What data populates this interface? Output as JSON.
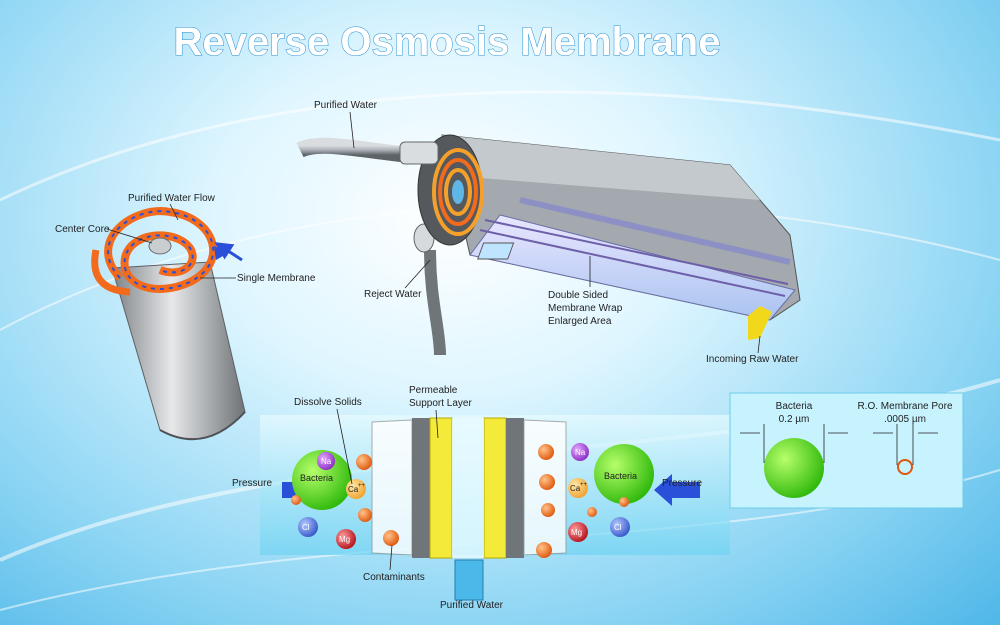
{
  "title": "Reverse Osmosis Membrane",
  "cartridge_labels": {
    "purified_water": "Purified Water",
    "reject_water": "Reject Water",
    "enlarged_area": [
      "Double Sided",
      "Membrane Wrap",
      "Enlarged Area"
    ],
    "incoming_raw_water": "Incoming Raw Water"
  },
  "spiral_labels": {
    "purified_water_flow": "Purified Water Flow",
    "center_core": "Center Core",
    "single_membrane": "Single Membrane"
  },
  "cross_section_labels": {
    "dissolve_solids": "Dissolve Solids",
    "permeable_support_layer": [
      "Permeable",
      "Support Layer"
    ],
    "contaminants": "Contaminants",
    "purified_water": "Purified Water",
    "pressure_left": "Pressure",
    "pressure_right": "Pressure",
    "bacteria": "Bacteria"
  },
  "ions": {
    "sodium": "Na",
    "calcium": "Ca",
    "calcium_charge": "++",
    "chloride": "Cl",
    "magnesium": "Mg"
  },
  "size_comparison": {
    "bacteria_label": "Bacteria",
    "bacteria_size": "0.2 µm",
    "pore_label": "R.O. Membrane Pore",
    "pore_size": ".0005 µm"
  },
  "colors": {
    "membrane_orange": "#f26b1d",
    "flow_blue": "#2a4fd8",
    "bacteria_green": "#46d61c",
    "support_yellow": "#f4ea3a",
    "cartridge_gray": "#9aa0a6"
  }
}
